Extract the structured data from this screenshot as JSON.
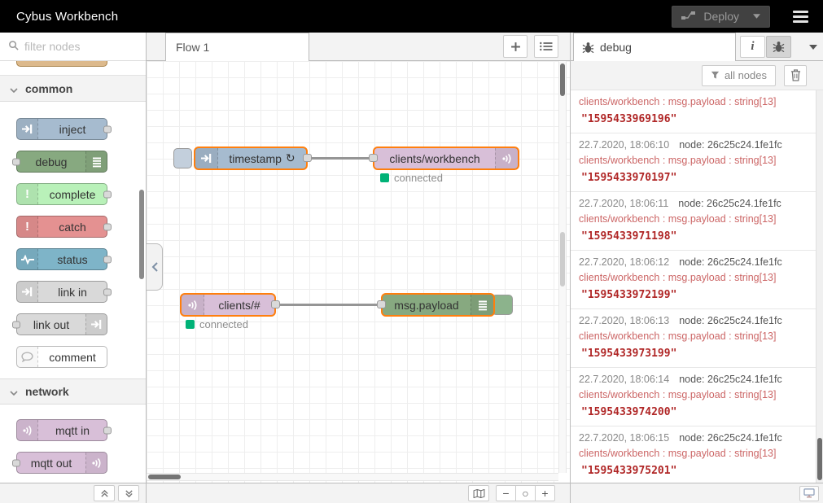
{
  "colors": {
    "selected_border": "#ff7f0e",
    "status_connected": "#00b277",
    "wire": "#959595",
    "node_inject": "#a6bbcf",
    "node_debug": "#87a980",
    "node_complete": "#b9f1b9",
    "node_catch": "#e49191",
    "node_status": "#7eb4c8",
    "node_link": "#d9d9d9",
    "node_comment": "#ffffff",
    "node_mqtt": "#d8bfd8",
    "debug_topic_text": "#cc6666",
    "debug_payload_text": "#b02626"
  },
  "header": {
    "title": "Cybus Workbench",
    "deploy_label": "Deploy"
  },
  "palette": {
    "filter_placeholder": "filter nodes",
    "categories": [
      {
        "label": "common",
        "nodes": [
          {
            "label": "inject",
            "color": "#a6bbcf"
          },
          {
            "label": "debug",
            "color": "#87a980"
          },
          {
            "label": "complete",
            "color": "#b9f1b9"
          },
          {
            "label": "catch",
            "color": "#e49191"
          },
          {
            "label": "status",
            "color": "#7eb4c8"
          },
          {
            "label": "link in",
            "color": "#d9d9d9"
          },
          {
            "label": "link out",
            "color": "#d9d9d9"
          },
          {
            "label": "comment",
            "color": "#ffffff"
          }
        ]
      },
      {
        "label": "network",
        "nodes": [
          {
            "label": "mqtt in",
            "color": "#d8bfd8"
          },
          {
            "label": "mqtt out",
            "color": "#d8bfd8"
          }
        ]
      }
    ]
  },
  "workspace": {
    "tab_label": "Flow 1",
    "nodes": {
      "inject": {
        "label": "timestamp",
        "repeat_indicator": "↻"
      },
      "mqtt_out": {
        "label": "clients/workbench",
        "status": "connected"
      },
      "mqtt_in": {
        "label": "clients/#",
        "status": "connected"
      },
      "debug": {
        "label": "msg.payload"
      }
    }
  },
  "debug_panel": {
    "tab_label": "debug",
    "filter_label": "all nodes",
    "messages": [
      {
        "topic": "clients/workbench : msg.payload : string[13]",
        "value": "\"1595433969196\""
      },
      {
        "time": "22.7.2020, 18:06:10",
        "node": "node: 26c25c24.1fe1fc",
        "topic": "clients/workbench : msg.payload : string[13]",
        "value": "\"1595433970197\""
      },
      {
        "time": "22.7.2020, 18:06:11",
        "node": "node: 26c25c24.1fe1fc",
        "topic": "clients/workbench : msg.payload : string[13]",
        "value": "\"1595433971198\""
      },
      {
        "time": "22.7.2020, 18:06:12",
        "node": "node: 26c25c24.1fe1fc",
        "topic": "clients/workbench : msg.payload : string[13]",
        "value": "\"1595433972199\""
      },
      {
        "time": "22.7.2020, 18:06:13",
        "node": "node: 26c25c24.1fe1fc",
        "topic": "clients/workbench : msg.payload : string[13]",
        "value": "\"1595433973199\""
      },
      {
        "time": "22.7.2020, 18:06:14",
        "node": "node: 26c25c24.1fe1fc",
        "topic": "clients/workbench : msg.payload : string[13]",
        "value": "\"1595433974200\""
      },
      {
        "time": "22.7.2020, 18:06:15",
        "node": "node: 26c25c24.1fe1fc",
        "topic": "clients/workbench : msg.payload : string[13]",
        "value": "\"1595433975201\""
      }
    ]
  }
}
